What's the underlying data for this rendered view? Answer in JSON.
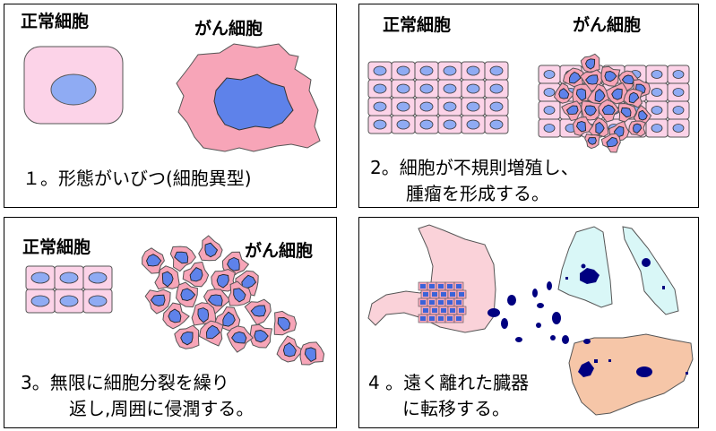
{
  "colors": {
    "normal_cell": "#fcd3e8",
    "normal_nucleus": "#8fabf3",
    "cancer_cell": "#f7a5b8",
    "cancer_nucleus": "#5e82ea",
    "metastasis": "#000080",
    "stomach": "#fad2d9",
    "lung": "#d9f7f7",
    "liver": "#f6c6a8"
  },
  "panels": [
    {
      "labels": {
        "normal": "正常細胞",
        "cancer": "がん細胞"
      },
      "caption": [
        "１。形態がいびつ(細胞異型)"
      ]
    },
    {
      "labels": {
        "normal": "正常細胞",
        "cancer": "がん細胞"
      },
      "caption": [
        "2。細胞が不規則増殖し、",
        "腫瘤を形成する。"
      ]
    },
    {
      "labels": {
        "normal": "正常細胞",
        "cancer": "がん細胞"
      },
      "caption": [
        "3。無限に細胞分裂を繰り",
        "返し,周囲に侵潤する。"
      ]
    },
    {
      "caption": [
        "4 。遠く離れた臓器",
        "に転移する。"
      ]
    }
  ]
}
